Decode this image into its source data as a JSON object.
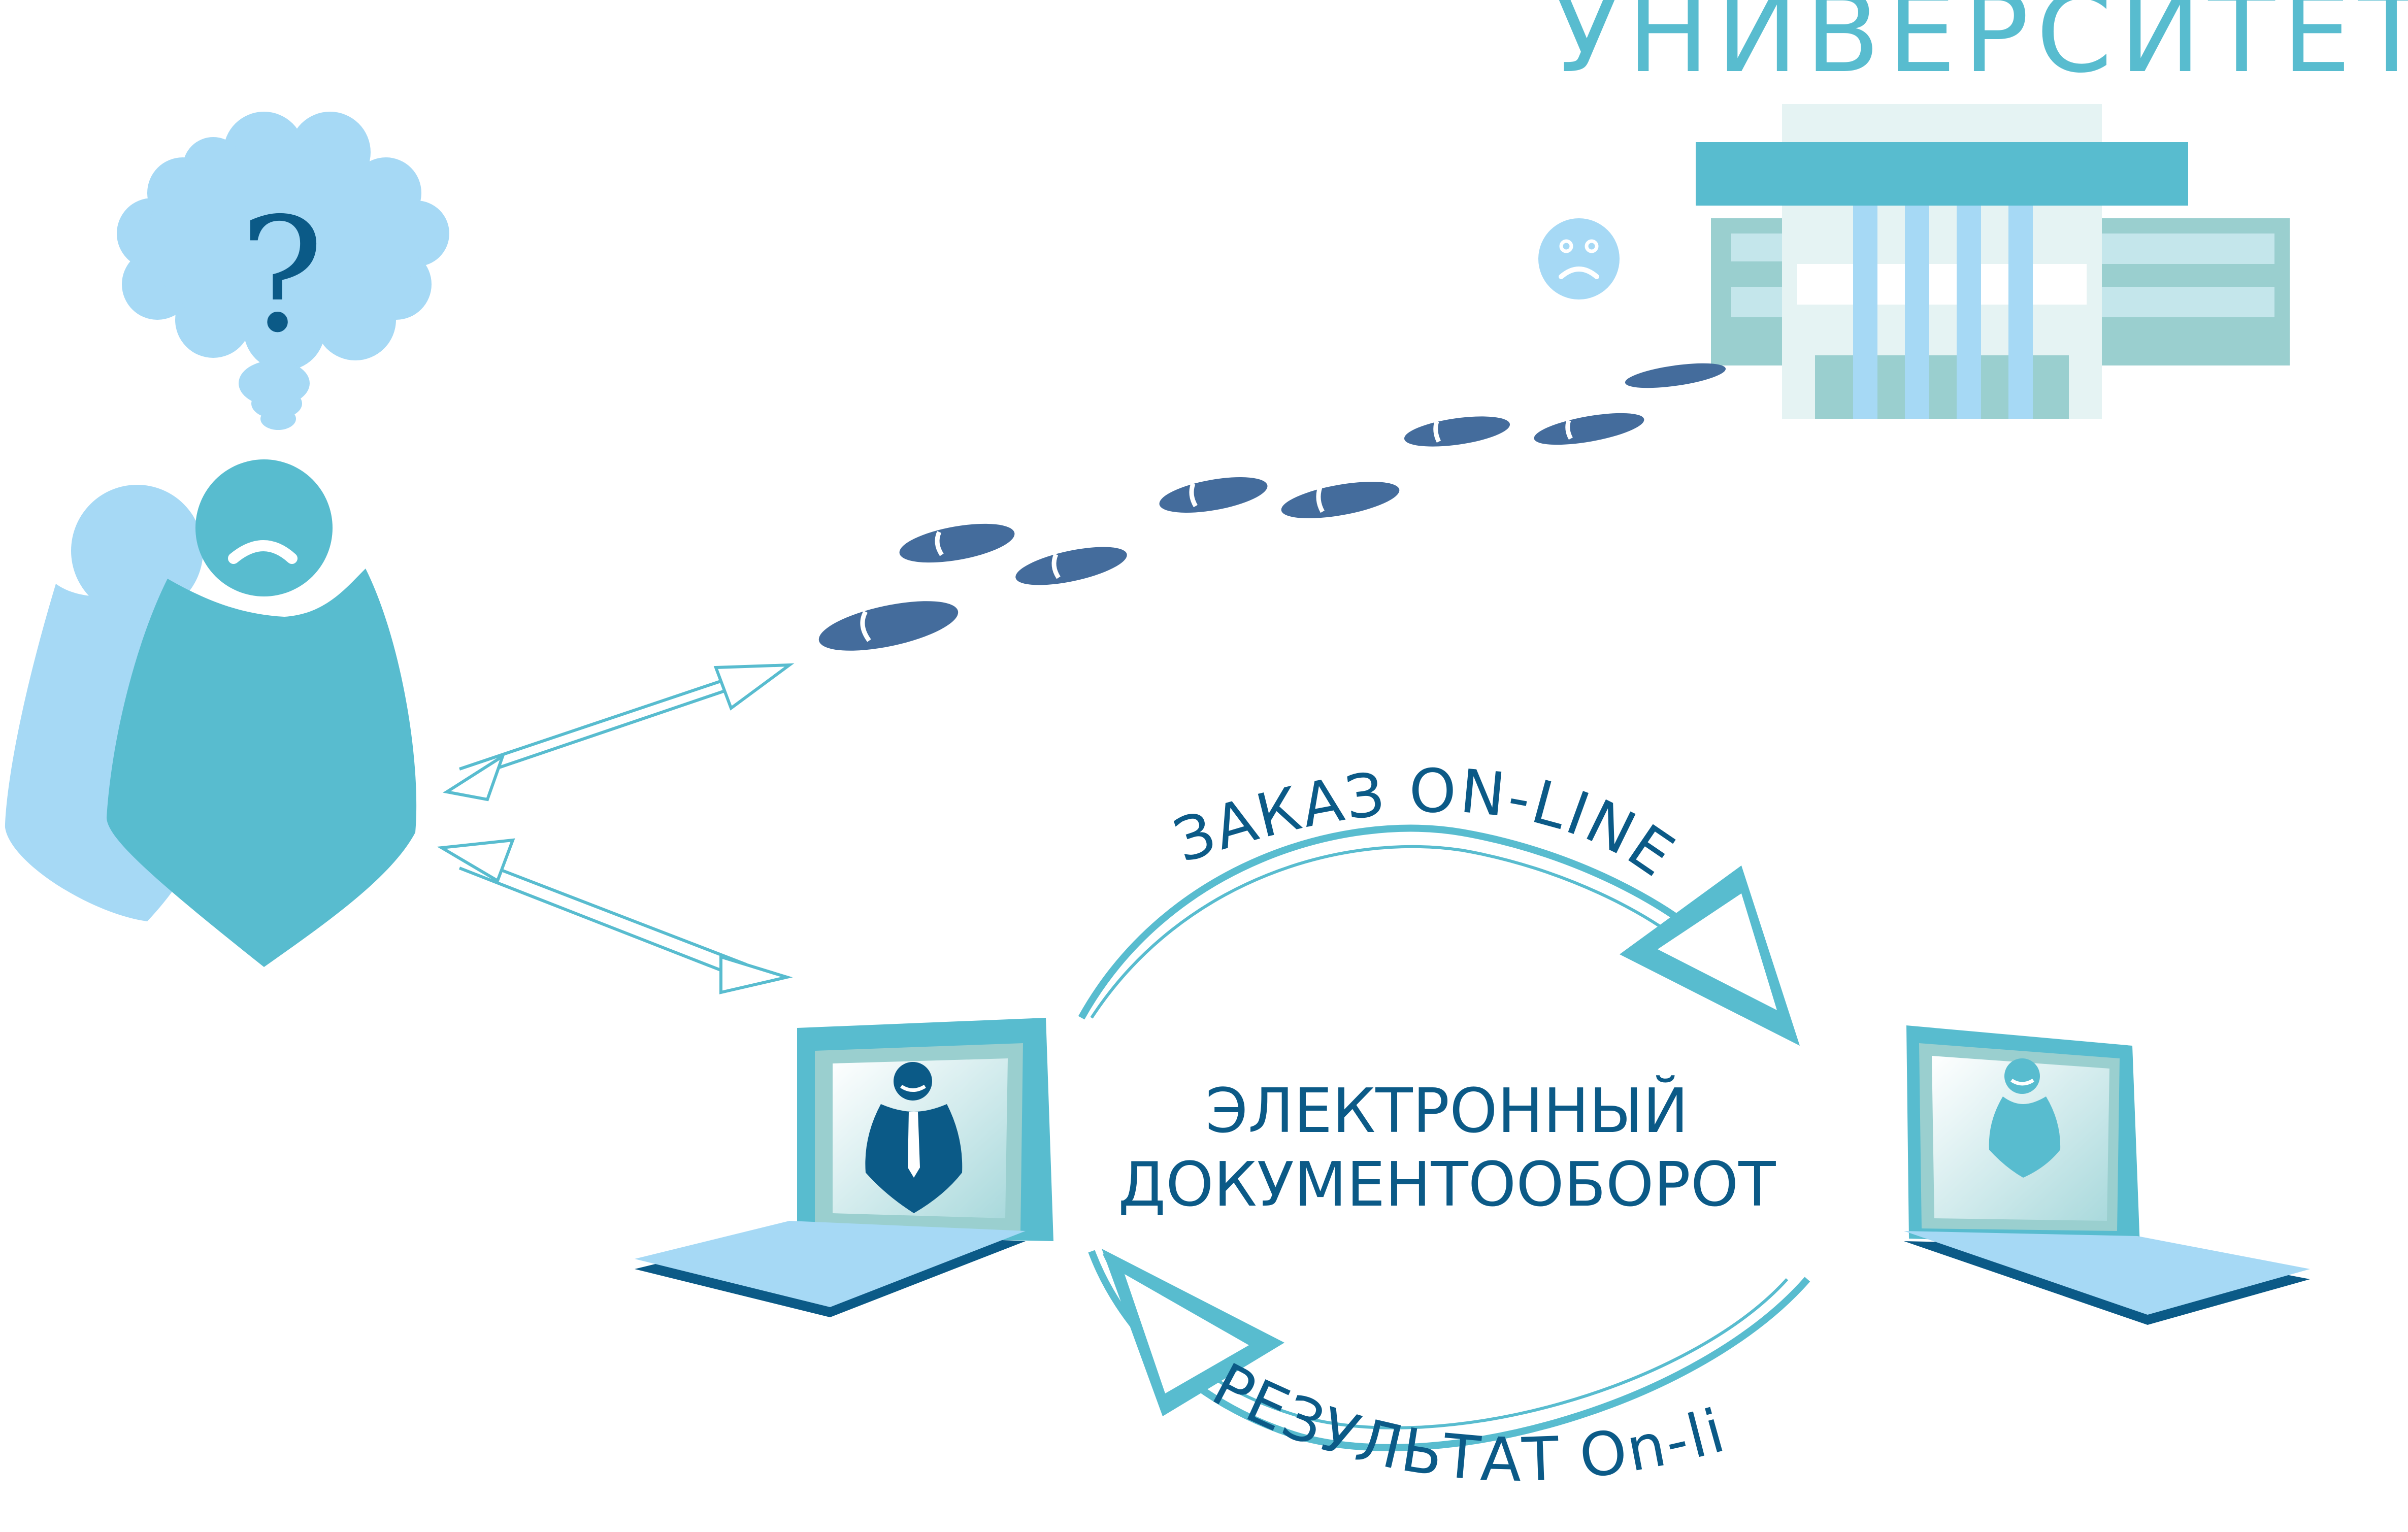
{
  "university": {
    "label": "УНИВЕРСИТЕТ"
  },
  "thought": {
    "symbol": "?"
  },
  "center": {
    "line1": "ЭЛЕКТРОННЫЙ",
    "line2": "ДОКУМЕНТООБОРОТ"
  },
  "arc_top": {
    "label": "ЗАКАЗ ON-LINE"
  },
  "arc_bottom": {
    "label": "РЕЗУЛЬТАТ On-line"
  },
  "colors": {
    "teal": "#58bccf",
    "light_blue": "#a6d9f5",
    "navy": "#0b5a87",
    "footprint": "#446c9c",
    "pale": "#e5f3f3",
    "sage": "#9acfcf"
  }
}
